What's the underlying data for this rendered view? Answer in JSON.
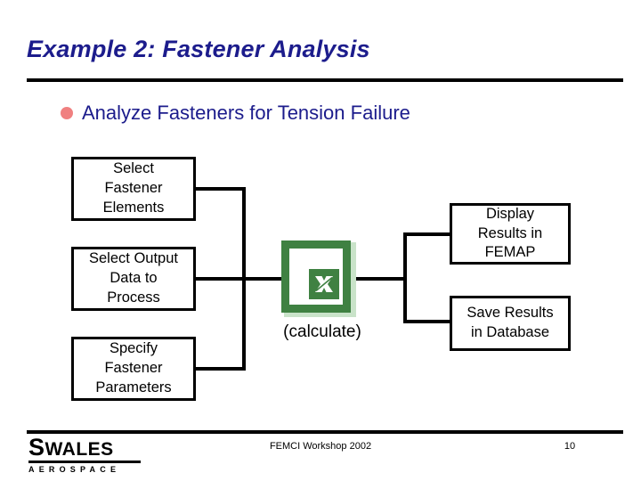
{
  "slide": {
    "title": "Example 2: Fastener Analysis",
    "title_color": "#1c1c8c",
    "bullet": {
      "marker_color": "#f08080",
      "text": "Analyze Fasteners for Tension Failure"
    }
  },
  "diagram": {
    "inputs": [
      {
        "id": "select-fastener-elements",
        "label": "Select\nFastener\nElements"
      },
      {
        "id": "select-output-data",
        "label": "Select Output\nData to\nProcess"
      },
      {
        "id": "specify-fastener-params",
        "label": "Specify\nFastener\nParameters"
      }
    ],
    "processor": {
      "icon": "excel-icon",
      "icon_color": "#3f8142",
      "icon_halo_color": "#c9e3c9",
      "caption": "(calculate)"
    },
    "outputs": [
      {
        "id": "display-results",
        "label": "Display\nResults in\nFEMAP"
      },
      {
        "id": "save-results",
        "label": "Save Results\nin Database"
      }
    ]
  },
  "footer": {
    "logo_primary_initial": "S",
    "logo_primary_rest": "WALES",
    "logo_secondary": "AEROSPACE",
    "center_text": "FEMCI Workshop 2002",
    "page_number": "10"
  }
}
